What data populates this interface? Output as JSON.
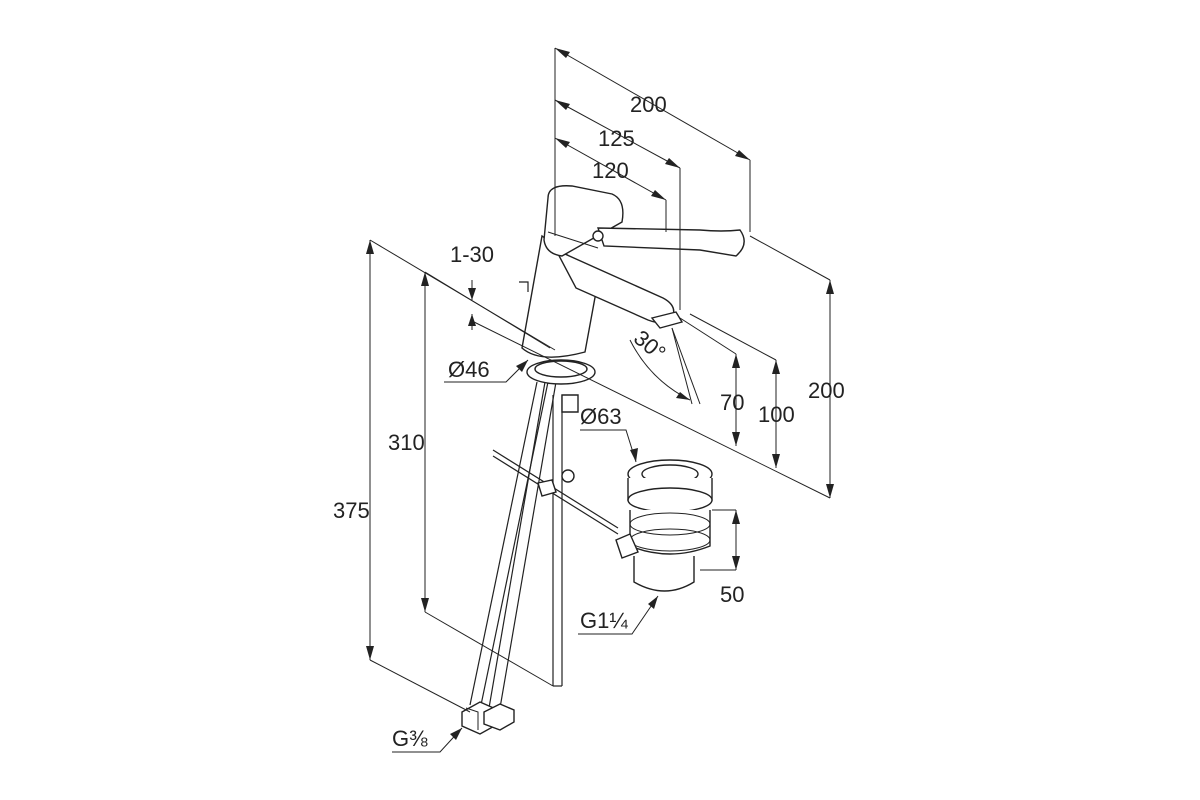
{
  "dimensions": {
    "top_200": "200",
    "top_125": "125",
    "top_120": "120",
    "right_200": "200",
    "right_100": "100",
    "right_70": "70",
    "angle_30": "30°",
    "lever_1_30": "1-30",
    "dia_46": "Ø46",
    "dia_63": "Ø63",
    "left_375": "375",
    "left_310": "310",
    "waste_50": "50",
    "thread_g114": "G1¼",
    "thread_g38": "G⅜"
  }
}
